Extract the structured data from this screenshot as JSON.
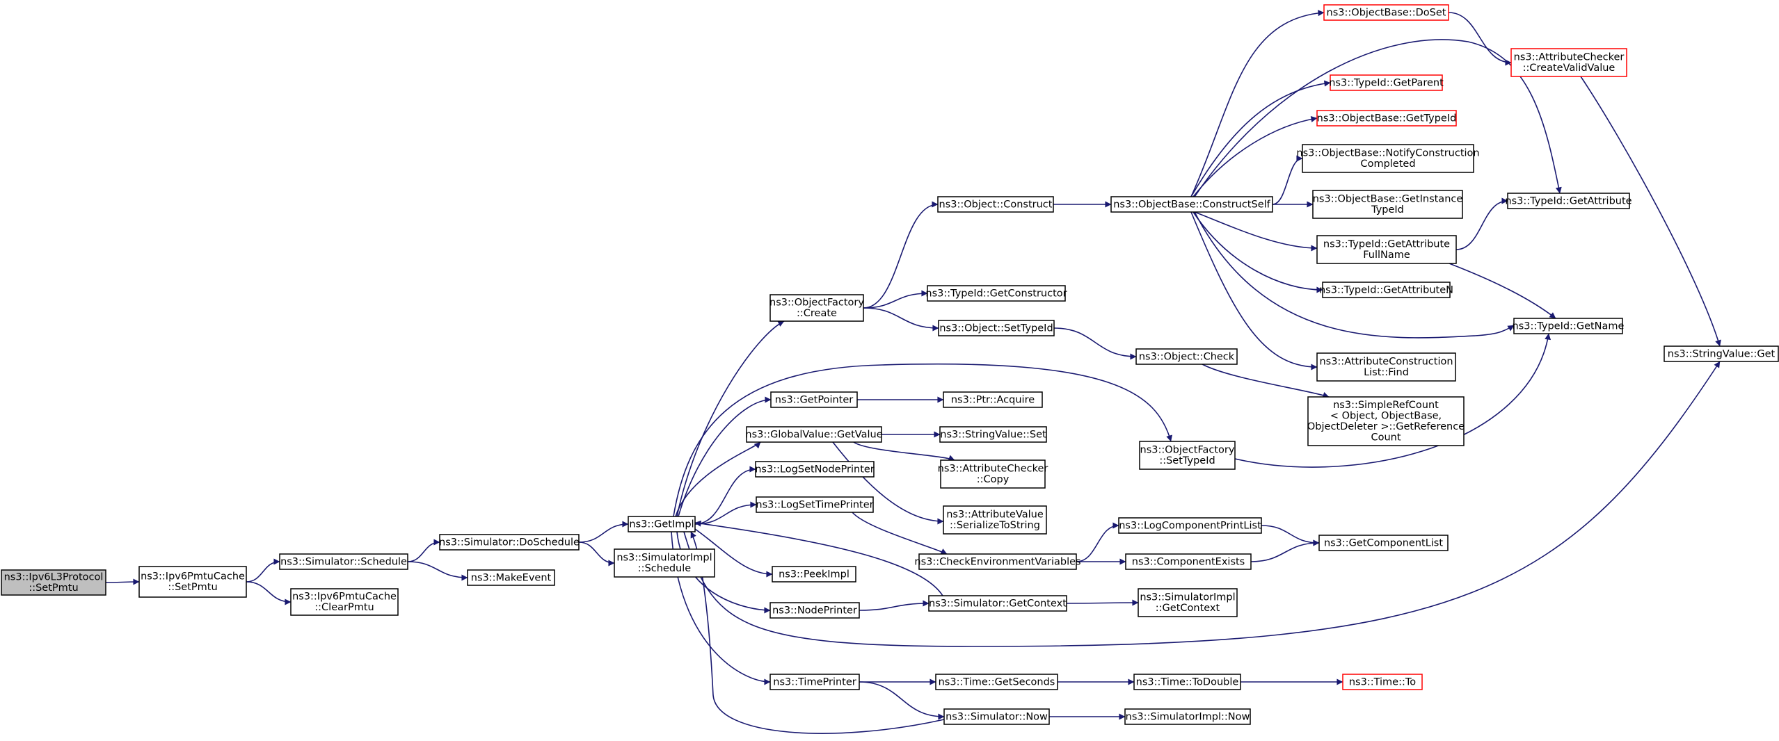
{
  "colors": {
    "root_fill": "#bfbfbf",
    "node_fill": "#ffffff",
    "node_border": "#000000",
    "external_border": "#ff0000",
    "edge": "#191970"
  },
  "nodes": [
    {
      "id": "setpmtu_proto",
      "lines": [
        "ns3::Ipv6L3Protocol",
        "::SetPmtu"
      ],
      "style": "root"
    },
    {
      "id": "cache_setpmtu",
      "lines": [
        "ns3::Ipv6PmtuCache",
        "::SetPmtu"
      ]
    },
    {
      "id": "sim_schedule",
      "lines": [
        "ns3::Simulator::Schedule"
      ]
    },
    {
      "id": "cache_clearpmtu",
      "lines": [
        "ns3::Ipv6PmtuCache",
        "::ClearPmtu"
      ]
    },
    {
      "id": "sim_doschedule",
      "lines": [
        "ns3::Simulator::DoSchedule"
      ]
    },
    {
      "id": "makeevent",
      "lines": [
        "ns3::MakeEvent"
      ]
    },
    {
      "id": "getimpl",
      "lines": [
        "ns3::GetImpl"
      ]
    },
    {
      "id": "simimpl_schedule",
      "lines": [
        "ns3::SimulatorImpl",
        "::Schedule"
      ]
    },
    {
      "id": "objfactory_create",
      "lines": [
        "ns3::ObjectFactory",
        "::Create"
      ]
    },
    {
      "id": "getpointer",
      "lines": [
        "ns3::GetPointer"
      ]
    },
    {
      "id": "globalvalue_getvalue",
      "lines": [
        "ns3::GlobalValue::GetValue"
      ]
    },
    {
      "id": "logsetnodeprinter",
      "lines": [
        "ns3::LogSetNodePrinter"
      ]
    },
    {
      "id": "logsettimeprinter",
      "lines": [
        "ns3::LogSetTimePrinter"
      ]
    },
    {
      "id": "peekimpl",
      "lines": [
        "ns3::PeekImpl"
      ]
    },
    {
      "id": "nodeprinter",
      "lines": [
        "ns3::NodePrinter"
      ]
    },
    {
      "id": "timeprinter",
      "lines": [
        "ns3::TimePrinter"
      ]
    },
    {
      "id": "object_construct",
      "lines": [
        "ns3::Object::Construct"
      ]
    },
    {
      "id": "typeid_getconstructor",
      "lines": [
        "ns3::TypeId::GetConstructor"
      ]
    },
    {
      "id": "object_settypeid",
      "lines": [
        "ns3::Object::SetTypeId"
      ]
    },
    {
      "id": "ptr_acquire",
      "lines": [
        "ns3::Ptr::Acquire"
      ]
    },
    {
      "id": "stringvalue_set",
      "lines": [
        "ns3::StringValue::Set"
      ]
    },
    {
      "id": "attrchecker_copy",
      "lines": [
        "ns3::AttributeChecker",
        "::Copy"
      ]
    },
    {
      "id": "attrvalue_serialize",
      "lines": [
        "ns3::AttributeValue",
        "::SerializeToString"
      ]
    },
    {
      "id": "checkenv",
      "lines": [
        "ns3::CheckEnvironmentVariables"
      ]
    },
    {
      "id": "sim_getcontext",
      "lines": [
        "ns3::Simulator::GetContext"
      ]
    },
    {
      "id": "time_getseconds",
      "lines": [
        "ns3::Time::GetSeconds"
      ]
    },
    {
      "id": "sim_now",
      "lines": [
        "ns3::Simulator::Now"
      ]
    },
    {
      "id": "objbase_constructself",
      "lines": [
        "ns3::ObjectBase::ConstructSelf"
      ]
    },
    {
      "id": "object_check",
      "lines": [
        "ns3::Object::Check"
      ]
    },
    {
      "id": "objfactory_settypeid",
      "lines": [
        "ns3::ObjectFactory",
        "::SetTypeId"
      ]
    },
    {
      "id": "logcomponentprintlist",
      "lines": [
        "ns3::LogComponentPrintList"
      ]
    },
    {
      "id": "componentexists",
      "lines": [
        "ns3::ComponentExists"
      ]
    },
    {
      "id": "simimpl_getcontext",
      "lines": [
        "ns3::SimulatorImpl",
        "::GetContext"
      ]
    },
    {
      "id": "time_todouble",
      "lines": [
        "ns3::Time::ToDouble"
      ]
    },
    {
      "id": "simimpl_now",
      "lines": [
        "ns3::SimulatorImpl::Now"
      ]
    },
    {
      "id": "objbase_doset",
      "lines": [
        "ns3::ObjectBase::DoSet"
      ],
      "style": "external"
    },
    {
      "id": "typeid_getparent",
      "lines": [
        "ns3::TypeId::GetParent"
      ],
      "style": "external"
    },
    {
      "id": "objbase_gettypeid",
      "lines": [
        "ns3::ObjectBase::GetTypeId"
      ],
      "style": "external"
    },
    {
      "id": "objbase_notify",
      "lines": [
        "ns3::ObjectBase::NotifyConstruction",
        "Completed"
      ]
    },
    {
      "id": "objbase_getinstancetypeid",
      "lines": [
        "ns3::ObjectBase::GetInstance",
        "TypeId"
      ]
    },
    {
      "id": "typeid_getattributefullname",
      "lines": [
        "ns3::TypeId::GetAttribute",
        "FullName"
      ]
    },
    {
      "id": "typeid_getattributen",
      "lines": [
        "ns3::TypeId::GetAttributeN"
      ]
    },
    {
      "id": "attrconstruction_find",
      "lines": [
        "ns3::AttributeConstruction",
        "List::Find"
      ]
    },
    {
      "id": "simplerefcount",
      "lines": [
        "ns3::SimpleRefCount",
        "< Object, ObjectBase,",
        "ObjectDeleter >::GetReference",
        "Count"
      ]
    },
    {
      "id": "getcomponentlist",
      "lines": [
        "ns3::GetComponentList"
      ]
    },
    {
      "id": "time_to",
      "lines": [
        "ns3::Time::To"
      ],
      "style": "external"
    },
    {
      "id": "attrchecker_createvalid",
      "lines": [
        "ns3::AttributeChecker",
        "::CreateValidValue"
      ],
      "style": "external"
    },
    {
      "id": "typeid_getattribute",
      "lines": [
        "ns3::TypeId::GetAttribute"
      ]
    },
    {
      "id": "typeid_getname",
      "lines": [
        "ns3::TypeId::GetName"
      ]
    },
    {
      "id": "stringvalue_get",
      "lines": [
        "ns3::StringValue::Get"
      ]
    }
  ],
  "edges": [
    [
      "setpmtu_proto",
      "cache_setpmtu"
    ],
    [
      "cache_setpmtu",
      "sim_schedule"
    ],
    [
      "cache_setpmtu",
      "cache_clearpmtu"
    ],
    [
      "sim_schedule",
      "sim_doschedule"
    ],
    [
      "sim_schedule",
      "makeevent"
    ],
    [
      "sim_doschedule",
      "getimpl"
    ],
    [
      "sim_doschedule",
      "simimpl_schedule"
    ],
    [
      "getimpl",
      "objfactory_create"
    ],
    [
      "getimpl",
      "getpointer"
    ],
    [
      "getimpl",
      "globalvalue_getvalue"
    ],
    [
      "getimpl",
      "logsetnodeprinter"
    ],
    [
      "getimpl",
      "logsettimeprinter"
    ],
    [
      "getimpl",
      "peekimpl"
    ],
    [
      "getimpl",
      "nodeprinter"
    ],
    [
      "getimpl",
      "timeprinter"
    ],
    [
      "getimpl",
      "objfactory_settypeid"
    ],
    [
      "getimpl",
      "stringvalue_get"
    ],
    [
      "objfactory_create",
      "object_construct"
    ],
    [
      "objfactory_create",
      "typeid_getconstructor"
    ],
    [
      "objfactory_create",
      "object_settypeid"
    ],
    [
      "object_construct",
      "objbase_constructself"
    ],
    [
      "object_settypeid",
      "object_check"
    ],
    [
      "object_check",
      "simplerefcount"
    ],
    [
      "getpointer",
      "ptr_acquire"
    ],
    [
      "globalvalue_getvalue",
      "stringvalue_set"
    ],
    [
      "globalvalue_getvalue",
      "attrchecker_copy"
    ],
    [
      "globalvalue_getvalue",
      "attrvalue_serialize"
    ],
    [
      "logsettimeprinter",
      "checkenv"
    ],
    [
      "checkenv",
      "logcomponentprintlist"
    ],
    [
      "checkenv",
      "componentexists"
    ],
    [
      "logcomponentprintlist",
      "getcomponentlist"
    ],
    [
      "componentexists",
      "getcomponentlist"
    ],
    [
      "nodeprinter",
      "sim_getcontext"
    ],
    [
      "sim_getcontext",
      "simimpl_getcontext"
    ],
    [
      "sim_getcontext",
      "getimpl"
    ],
    [
      "timeprinter",
      "time_getseconds"
    ],
    [
      "timeprinter",
      "sim_now"
    ],
    [
      "time_getseconds",
      "time_todouble"
    ],
    [
      "time_todouble",
      "time_to"
    ],
    [
      "sim_now",
      "simimpl_now"
    ],
    [
      "sim_now",
      "getimpl"
    ],
    [
      "objbase_constructself",
      "objbase_doset"
    ],
    [
      "objbase_constructself",
      "typeid_getparent"
    ],
    [
      "objbase_constructself",
      "objbase_gettypeid"
    ],
    [
      "objbase_constructself",
      "objbase_notify"
    ],
    [
      "objbase_constructself",
      "objbase_getinstancetypeid"
    ],
    [
      "objbase_constructself",
      "typeid_getattributefullname"
    ],
    [
      "objbase_constructself",
      "typeid_getattributen"
    ],
    [
      "objbase_constructself",
      "attrconstruction_find"
    ],
    [
      "objbase_constructself",
      "typeid_getattribute"
    ],
    [
      "objbase_constructself",
      "typeid_getname"
    ],
    [
      "objbase_doset",
      "attrchecker_createvalid"
    ],
    [
      "attrchecker_createvalid",
      "stringvalue_get"
    ],
    [
      "typeid_getattributefullname",
      "typeid_getattribute"
    ],
    [
      "typeid_getattributefullname",
      "typeid_getname"
    ],
    [
      "objfactory_settypeid",
      "typeid_getname"
    ]
  ]
}
